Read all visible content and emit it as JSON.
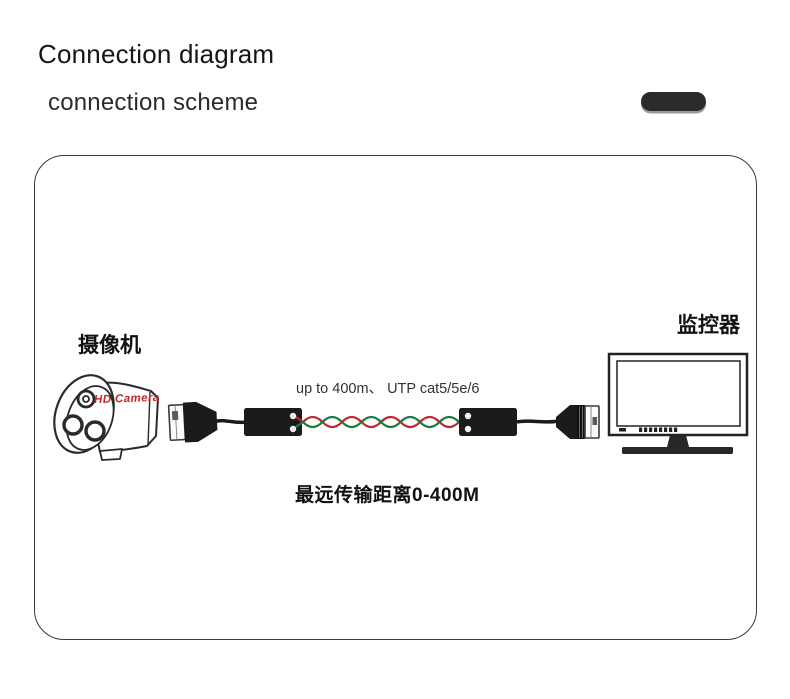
{
  "header": {
    "title": "Connection diagram",
    "subtitle": "connection scheme"
  },
  "diagram": {
    "camera_label": "摄像机",
    "camera_brand_text": "HD Camera",
    "monitor_label": "监控器",
    "cable_note": "up to 400m、 UTP cat5/5e/6",
    "distance_note": "最远传输距离0-400M"
  },
  "icons": {
    "camera": "bullet-camera-icon",
    "monitor": "monitor-icon",
    "left_transceiver": "video-balun-icon",
    "right_transceiver": "video-balun-icon",
    "left_connector": "bnc-connector-icon",
    "right_connector": "bnc-connector-icon",
    "cable": "twisted-pair-cable-icon",
    "pill": "divider-pill"
  },
  "colors": {
    "wire_red": "#c1272d",
    "wire_green": "#1d7a3e",
    "device_black": "#1b1b1b",
    "pill_dark": "#2b2b2b",
    "pill_shadow": "#9a9a9a",
    "brand_red": "#c1272d",
    "outline": "#2f2f2f",
    "text_dark": "#1a1a1a"
  }
}
